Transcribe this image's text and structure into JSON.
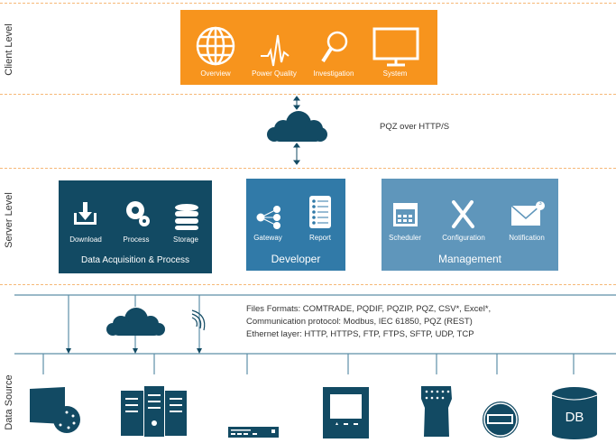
{
  "levels": {
    "client": "Client Level",
    "server": "Server Level",
    "data_source": "Data Source"
  },
  "client": {
    "items": [
      {
        "label": "Overview",
        "icon": "globe-icon"
      },
      {
        "label": "Power Quality",
        "icon": "pulse-icon"
      },
      {
        "label": "Investigation",
        "icon": "magnifier-icon"
      },
      {
        "label": "System",
        "icon": "monitor-icon"
      }
    ]
  },
  "transport": {
    "label": "PQZ over HTTP/S"
  },
  "server": {
    "acquisition": {
      "title": "Data Acquisition & Process",
      "items": [
        {
          "label": "Download"
        },
        {
          "label": "Process"
        },
        {
          "label": "Storage"
        }
      ]
    },
    "developer": {
      "title": "Developer",
      "items": [
        {
          "label": "Gateway"
        },
        {
          "label": "Report"
        }
      ]
    },
    "management": {
      "title": "Management",
      "items": [
        {
          "label": "Scheduler"
        },
        {
          "label": "Configuration"
        },
        {
          "label": "Notification",
          "badge": "3"
        }
      ]
    }
  },
  "network": {
    "lines": [
      "Files Formats: COMTRADE, PQDIF, PQZIP, PQZ, CSV*, Excel*,",
      "Communication protocol: Modbus, IEC 61850, PQZ (REST)",
      "Ethernet layer: HTTP, HTTPS, FTP, FTPS, SFTP, UDP, TCP"
    ]
  },
  "devices": {
    "db_label": "DB"
  },
  "colors": {
    "orange": "#f7941d",
    "dark": "#124a63",
    "mid": "#317aa8",
    "light": "#5f96bb",
    "line": "#5d8fa8"
  }
}
